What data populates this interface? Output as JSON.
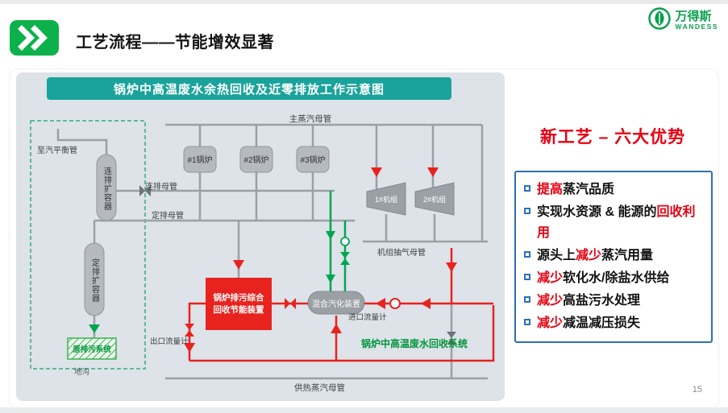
{
  "header": {
    "title": "工艺流程——节能增效显著",
    "logo": {
      "name": "万得斯",
      "sub": "WANDESS"
    }
  },
  "page_number": "15",
  "colors": {
    "accent_red": "#e60012",
    "advantage_blue": "#2d6fb7",
    "banner_teal": "#1aa39b",
    "flow_green": "#00a650",
    "badge_green": "#0db14b"
  },
  "diagram": {
    "banner": "锅炉中高温废水余热回收及近零排放工作示意图",
    "labels": {
      "main_steam_header": "主蒸汽母管",
      "to_steam_balance_pipe": "至汽平衡管",
      "continuous_blowdown_header": "连排母管",
      "periodic_blowdown_header": "定排母管",
      "continuous_flash_tank": "连排扩容器",
      "periodic_flash_tank": "定排扩容器",
      "boiler_1": "#1锅炉",
      "boiler_2": "#2锅炉",
      "boiler_3": "#3锅炉",
      "unit_1": "1#机组",
      "unit_2": "2#机组",
      "unit_extraction_header": "机组抽气母管",
      "recovery_device_line1": "锅炉排污综合",
      "recovery_device_line2": "回收节能装置",
      "mixing_vaporizer": "混合汽化装置",
      "inlet_flowmeter": "进口流量计",
      "outlet_flowmeter": "出口流量计",
      "original_blowdown_system": "原排污系统",
      "trench": "地沟",
      "recovery_system": "锅炉中高温废水回收系统",
      "heating_steam_header": "供热蒸汽母管"
    }
  },
  "advantages": {
    "title": "新工艺 – 六大优势",
    "items": [
      {
        "pre": "",
        "highlight": "提高",
        "post": "蒸汽品质"
      },
      {
        "pre": "实现水资源 & 能源的",
        "highlight": "回收利用",
        "post": ""
      },
      {
        "pre": "源头上",
        "highlight": "减少",
        "post": "蒸汽用量"
      },
      {
        "pre": "",
        "highlight": "减少",
        "post": "软化水/除盐水供给"
      },
      {
        "pre": "",
        "highlight": "减少",
        "post": "高盐污水处理"
      },
      {
        "pre": "",
        "highlight": "减少",
        "post": "减温减压损失"
      }
    ]
  }
}
